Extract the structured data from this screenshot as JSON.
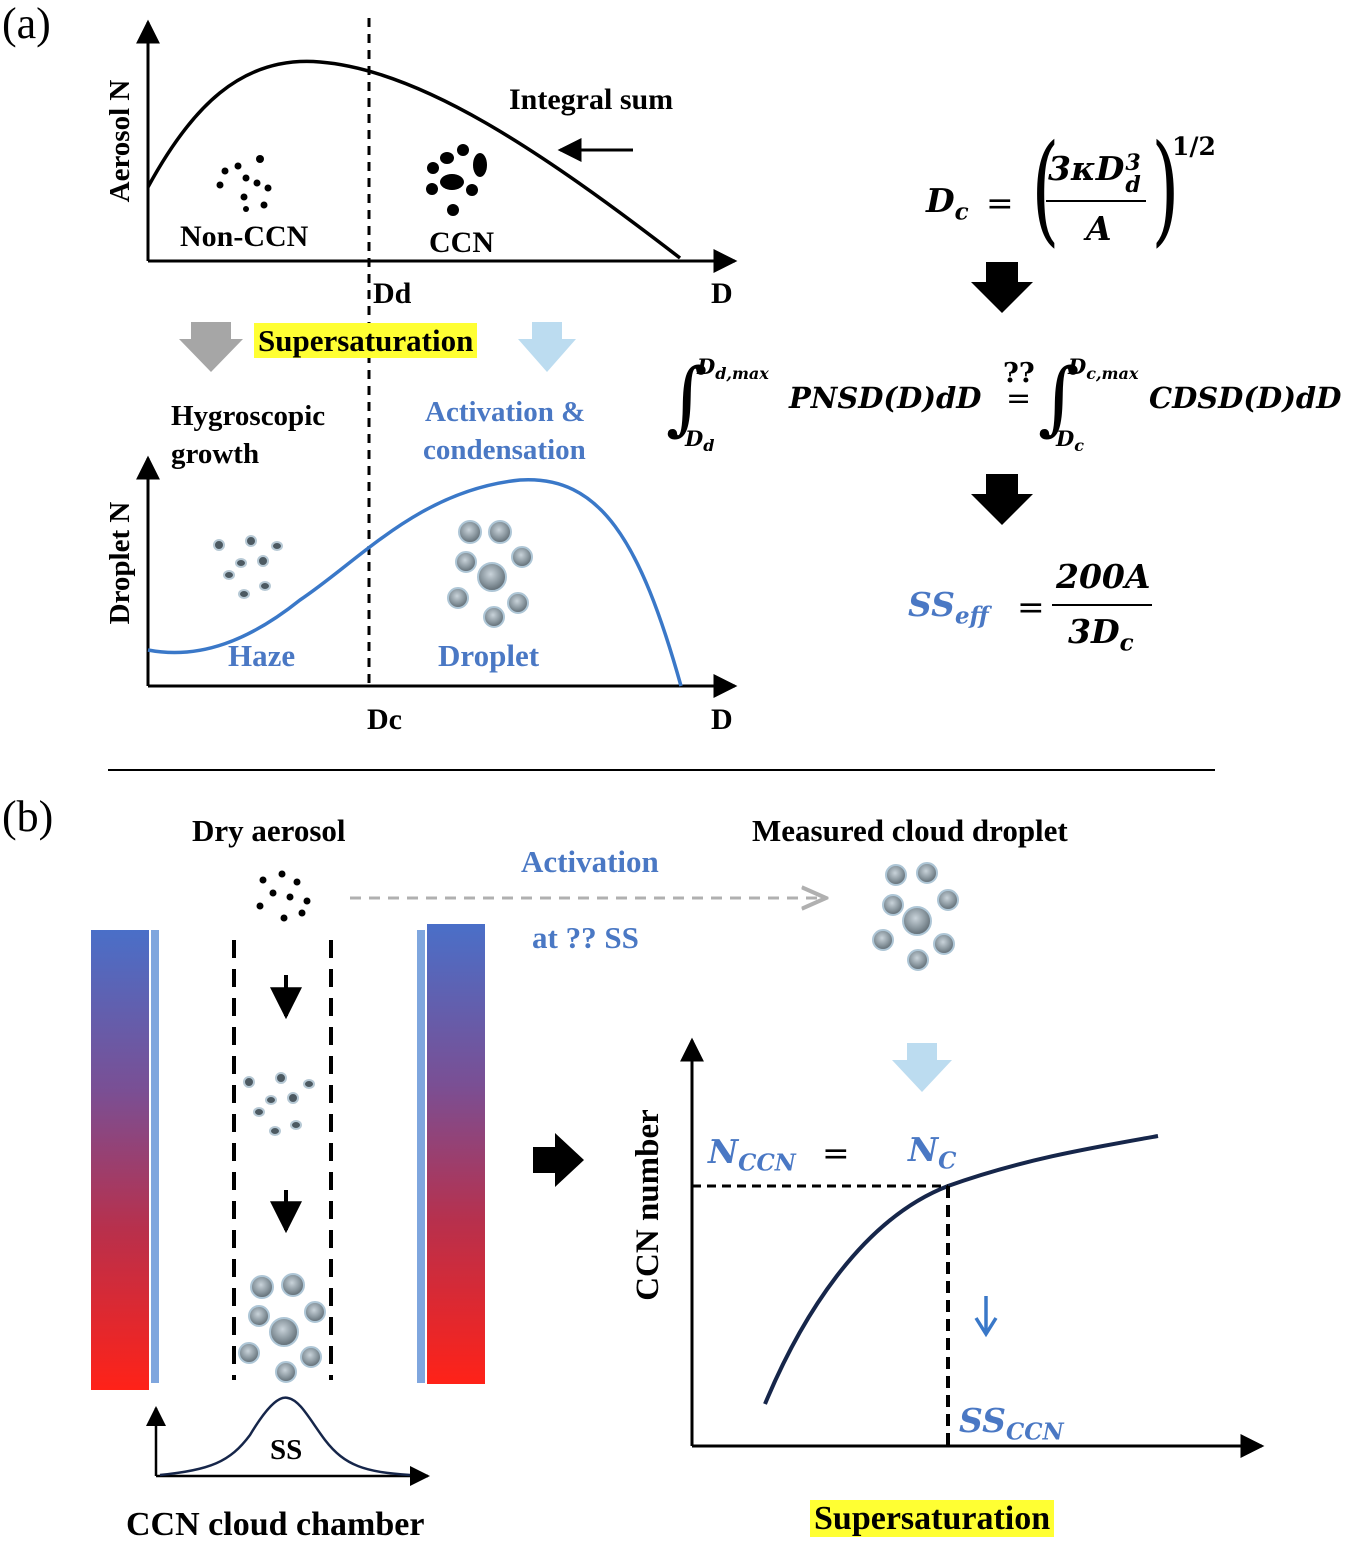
{
  "panel_a": {
    "label": "(a)",
    "aerosol_axis_label": "Aerosol N",
    "x_axis_label": "D",
    "dd_label": "Dd",
    "integral_sum_label": "Integral sum",
    "non_ccn_label": "Non-CCN",
    "ccn_label": "CCN",
    "supersaturation_label": "Supersaturation",
    "hygroscopic_label_1": "Hygroscopic",
    "hygroscopic_label_2": "growth",
    "activation_label_1": "Activation &",
    "activation_label_2": "condensation",
    "droplet_axis_label": "Droplet N",
    "dc_label": "Dc",
    "x_axis_label_2": "D",
    "haze_label": "Haze",
    "droplet_label": "Droplet",
    "eq1": {
      "lhs": "D",
      "lhs_sub": "c",
      "equals": "=",
      "num": "3κD",
      "num_sup": "3",
      "num_sub": "d",
      "den": "A",
      "exponent": "1/2"
    },
    "eq2": {
      "upper1": "D",
      "upper1_sub": "d,max",
      "lower1": "D",
      "lower1_sub": "d",
      "term1": "PNSD(D)dD",
      "qmark": "??",
      "equals": "=",
      "upper2": "D",
      "upper2_sub": "c,max",
      "lower2": "D",
      "lower2_sub": "c",
      "term2": "CDSD(D)dD"
    },
    "eq3": {
      "lhs": "SS",
      "lhs_sub": "eff",
      "equals": "=",
      "num": "200A",
      "den": "3D",
      "den_sub": "c"
    }
  },
  "panel_b": {
    "label": "(b)",
    "dry_aerosol_label": "Dry aerosol",
    "measured_label": "Measured cloud droplet",
    "activation_label": "Activation",
    "at_ss_label": "at ?? SS",
    "ss_label": "SS",
    "chamber_label": "CCN cloud chamber",
    "ccn_axis_label": "CCN number",
    "nccn": "N",
    "nccn_sub": "CCN",
    "equals": "=",
    "nc": "N",
    "nc_sub": "C",
    "ssccn": "SS",
    "ssccn_sub": "CCN",
    "x_axis_label": "Supersaturation"
  },
  "colors": {
    "blue_text": "#4a78c4",
    "highlight": "#ffff33",
    "droplet_curve": "#3a78c8",
    "ccn_curve": "#16264a",
    "light_blue_arrow": "#bcdcf0",
    "gray_arrow": "#a6a6a6"
  }
}
